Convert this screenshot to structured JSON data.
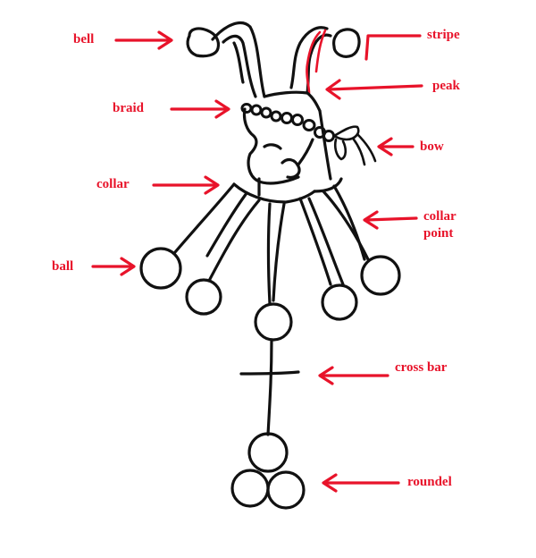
{
  "colors": {
    "ink": "#111111",
    "annotation": "#e8132a",
    "background": "#ffffff"
  },
  "labels": {
    "bell": "bell",
    "stripe": "stripe",
    "peak": "peak",
    "braid": "braid",
    "bow": "bow",
    "collar": "collar",
    "collar_point_line1": "collar",
    "collar_point_line2": "point",
    "ball": "ball",
    "cross_bar": "cross bar",
    "roundel": "roundel"
  }
}
